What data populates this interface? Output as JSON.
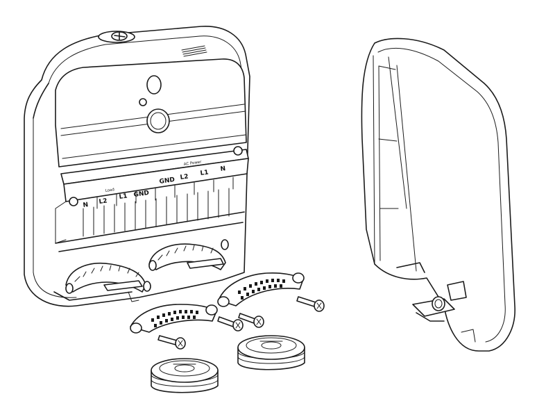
{
  "diagram": {
    "load_terminals": {
      "heading": "Load",
      "labels": [
        "N",
        "L2",
        "L1",
        "GND"
      ]
    },
    "ac_power_terminals": {
      "heading": "AC Power",
      "labels": [
        "GND",
        "L2",
        "L1",
        "N"
      ]
    }
  }
}
